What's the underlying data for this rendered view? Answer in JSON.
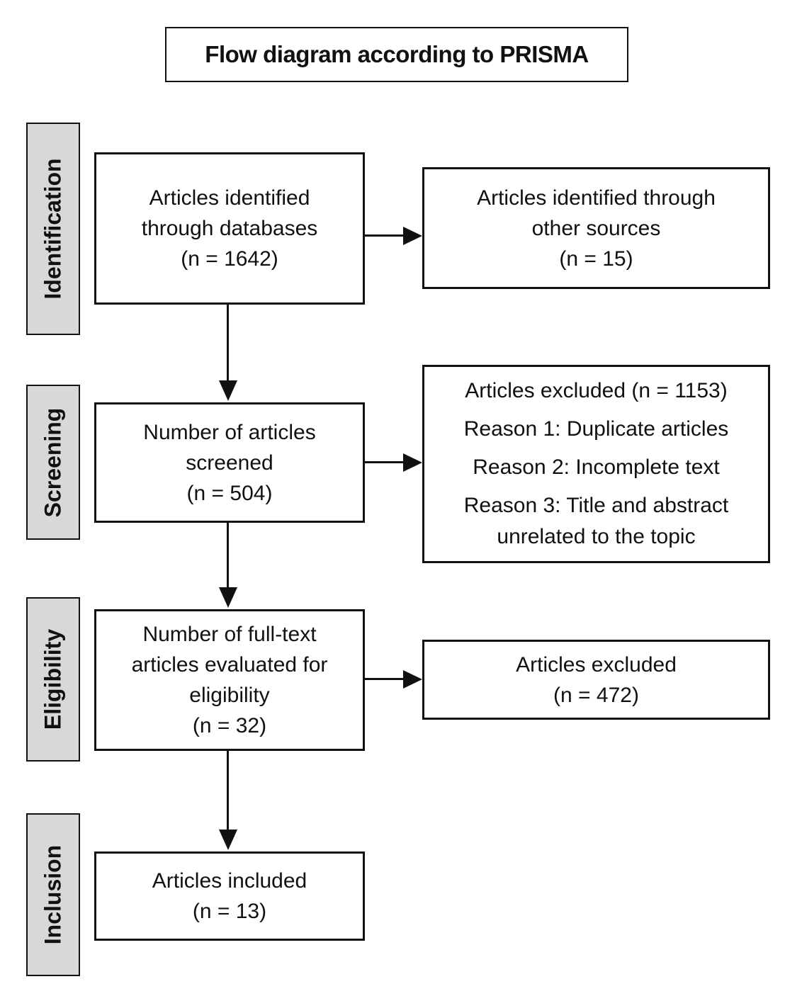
{
  "title": "Flow diagram according to PRISMA",
  "colors": {
    "stage_fill": "#d8d8d8",
    "box_fill": "#ffffff",
    "line_color": "#111111"
  },
  "stages": [
    {
      "label": "Identification"
    },
    {
      "label": "Screening"
    },
    {
      "label": "Eligibility"
    },
    {
      "label": "Inclusion"
    }
  ],
  "boxes": {
    "identified_databases": {
      "lines": [
        "Articles identified",
        "through databases",
        "(n = 1642)"
      ]
    },
    "identified_other": {
      "lines": [
        "Articles identified through",
        "other sources",
        "(n = 15)"
      ]
    },
    "screened": {
      "lines": [
        "Number of articles",
        "screened",
        "(n = 504)"
      ]
    },
    "excluded_screening": {
      "lines": [
        "Articles excluded (n = 1153)",
        "Reason 1: Duplicate articles",
        "Reason 2: Incomplete text",
        "Reason 3: Title and abstract",
        "unrelated to the topic"
      ]
    },
    "fulltext_evaluated": {
      "lines": [
        "Number of full-text",
        "articles evaluated for",
        "eligibility",
        "(n = 32)"
      ]
    },
    "excluded_eligibility": {
      "lines": [
        "Articles excluded",
        "(n = 472)"
      ]
    },
    "included": {
      "lines": [
        "Articles included",
        "(n = 13)"
      ]
    }
  }
}
